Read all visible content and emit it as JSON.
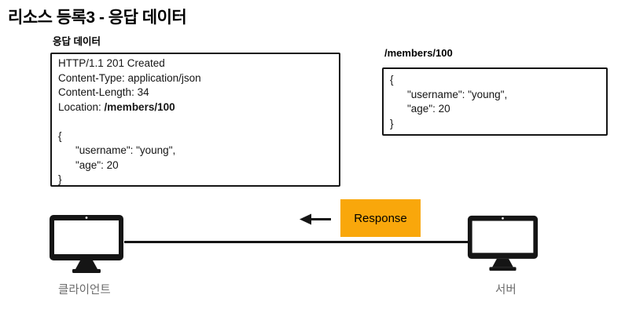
{
  "title": "리소스 등록3 - 응답 데이터",
  "response_box": {
    "label": "응답 데이터",
    "status_line": "HTTP/1.1 201 Created",
    "content_type": "Content-Type: application/json",
    "content_length": "Content-Length: 34",
    "location_key": "Location: ",
    "location_value": "/members/100",
    "body_open": "{",
    "body_username": "\"username\": \"young\",",
    "body_age": "\"age\": 20",
    "body_close": "}"
  },
  "resource_box": {
    "label": "/members/100",
    "body_open": "{",
    "body_username": "\"username\": \"young\",",
    "body_age": "\"age\": 20",
    "body_close": "}"
  },
  "flow": {
    "response_label": "Response",
    "direction": "server-to-client"
  },
  "nodes": {
    "client_label": "클라이언트",
    "server_label": "서버"
  },
  "colors": {
    "response_badge_bg": "#F9A70B",
    "node_label_grey": "#6B6B6B",
    "line_black": "#151515"
  }
}
